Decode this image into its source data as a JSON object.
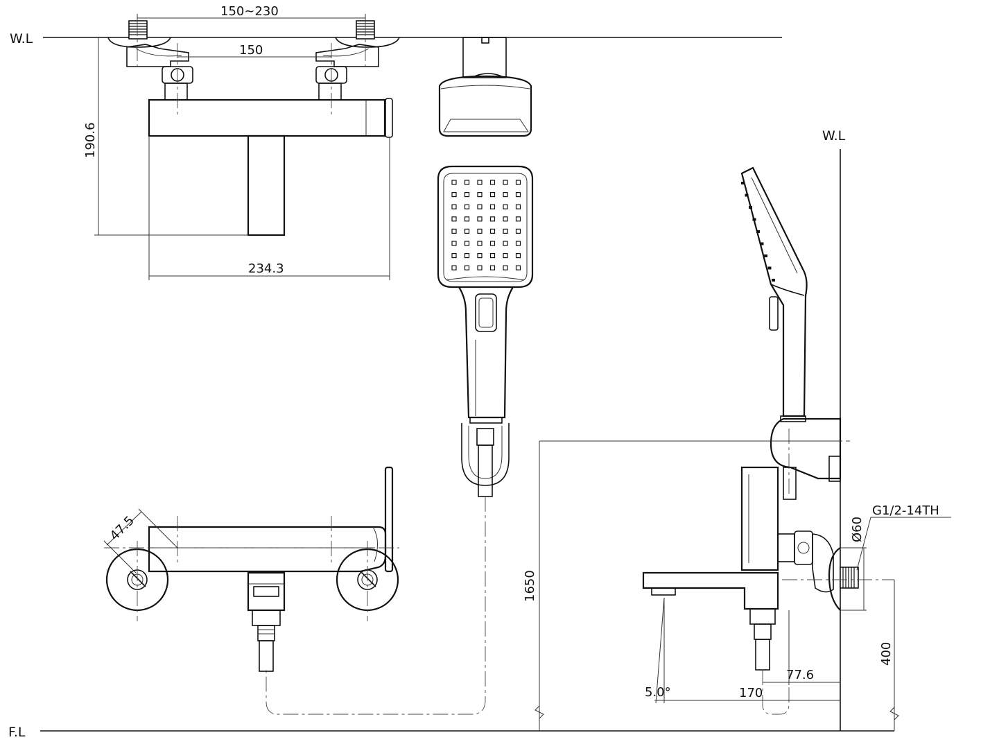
{
  "drawing": {
    "reference_lines": {
      "wall_line_top": "W.L",
      "wall_line_side": "W.L",
      "floor_line": "F.L"
    },
    "dimensions": {
      "inlet_spacing_range": "150~230",
      "inlet_spacing": "150",
      "body_height": "190.6",
      "body_width": "234.3",
      "handle_offset": "47.5",
      "mount_height": "1650",
      "thread_spec": "G1/2-14TH",
      "diameter": "Ø60",
      "outlet_height": "400",
      "spout_offset": "77.6",
      "spout_projection": "170",
      "spout_angle": "5.0°"
    }
  }
}
